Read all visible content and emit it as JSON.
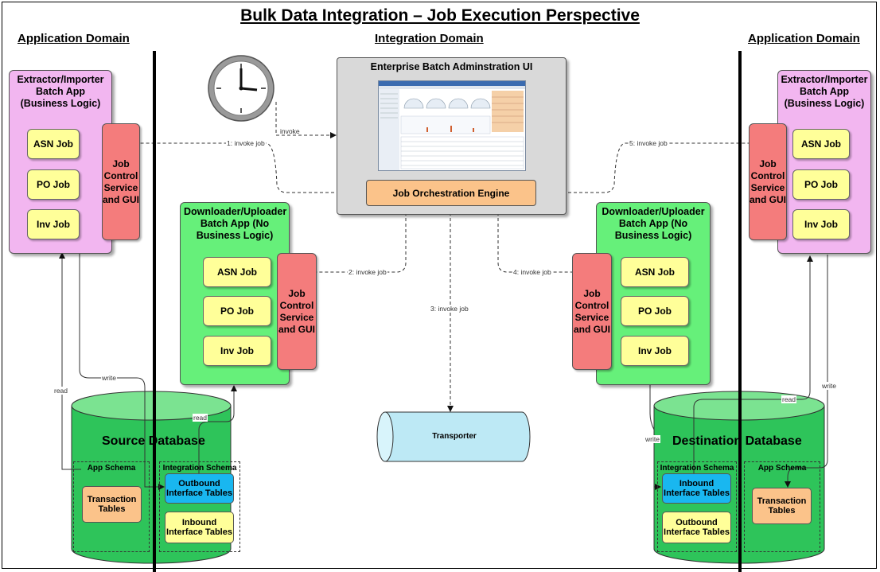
{
  "title": "Bulk Data Integration – Job Execution Perspective",
  "domains": {
    "left": "Application Domain",
    "center": "Integration Domain",
    "right": "Application Domain"
  },
  "admin_ui": {
    "title": "Enterprise Batch Adminstration UI",
    "engine": "Job Orchestration Engine"
  },
  "left_app": {
    "title": "Extractor/Importer Batch App (Business Logic)",
    "jobs": [
      "ASN Job",
      "PO Job",
      "Inv Job"
    ],
    "control": "Job Control Service and GUI"
  },
  "right_app": {
    "title": "Extractor/Importer Batch App (Business Logic)",
    "jobs": [
      "ASN Job",
      "PO Job",
      "Inv Job"
    ],
    "control": "Job Control Service and GUI"
  },
  "left_dl": {
    "title": "Downloader/Uploader Batch App (No Business Logic)",
    "jobs": [
      "ASN Job",
      "PO Job",
      "Inv Job"
    ],
    "control": "Job Control Service and GUI"
  },
  "right_dl": {
    "title": "Downloader/Uploader Batch App (No Business Logic)",
    "jobs": [
      "ASN Job",
      "PO Job",
      "Inv Job"
    ],
    "control": "Job Control Service and GUI"
  },
  "transporter": "Transporter",
  "source_db": {
    "name": "Source Database",
    "app_schema": "App Schema",
    "integration_schema": "Integration Schema",
    "transaction_tables": "Transaction Tables",
    "outbound": "Outbound Interface Tables",
    "inbound": "Inbound Interface Tables"
  },
  "dest_db": {
    "name": "Destination Database",
    "app_schema": "App Schema",
    "integration_schema": "Integration Schema",
    "transaction_tables": "Transaction Tables",
    "outbound": "Outbound Interface Tables",
    "inbound": "Inbound Interface Tables"
  },
  "edges": {
    "invoke": "invoke",
    "e1": "1: invoke job",
    "e2": "2: invoke job",
    "e3": "3: invoke job",
    "e4": "4: invoke job",
    "e5": "5: invoke job",
    "read": "read",
    "write": "write"
  },
  "colors": {
    "app_box": "#f2b6f0",
    "dl_box": "#66f07a",
    "job": "#ffff99",
    "control": "#f47c7c",
    "engine": "#fbc38a",
    "interface_blue": "#19b7f0",
    "database": "#2ec45a",
    "transporter": "#bde9f5"
  }
}
